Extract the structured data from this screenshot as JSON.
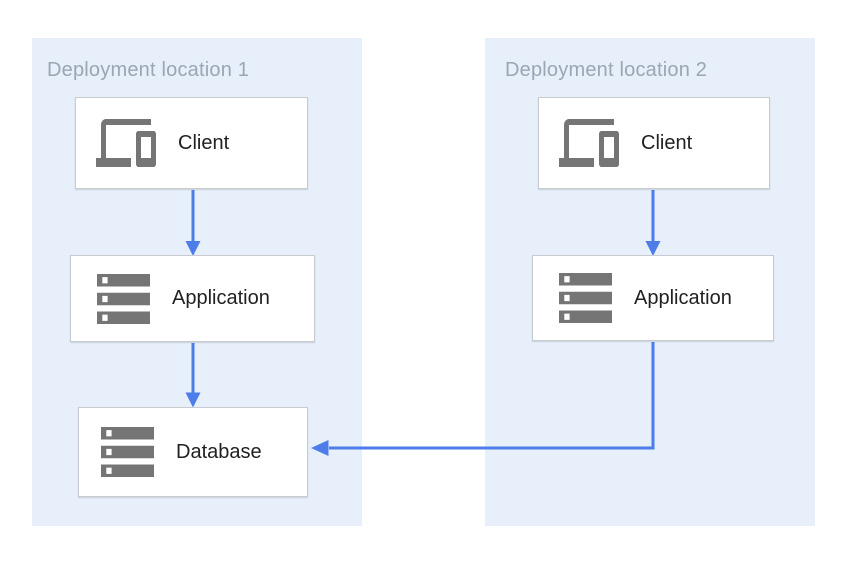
{
  "colors": {
    "container_bg": "#e6effa",
    "container_title": "#9aa6b2",
    "box_border": "#c9cbce",
    "icon_gray": "#757575",
    "label_text": "#212121",
    "arrow_blue": "#4c7de9",
    "page_bg": "#ffffff"
  },
  "containers": [
    {
      "title": "Deployment location 1",
      "nodes": [
        {
          "label": "Client",
          "icon": "devices-icon"
        },
        {
          "label": "Application",
          "icon": "server-icon"
        },
        {
          "label": "Database",
          "icon": "server-icon"
        }
      ]
    },
    {
      "title": "Deployment location 2",
      "nodes": [
        {
          "label": "Client",
          "icon": "devices-icon"
        },
        {
          "label": "Application",
          "icon": "server-icon"
        }
      ]
    }
  ],
  "edges": [
    {
      "from": "client-1",
      "to": "application-1"
    },
    {
      "from": "application-1",
      "to": "database-1"
    },
    {
      "from": "client-2",
      "to": "application-2"
    },
    {
      "from": "application-2",
      "to": "database-1"
    }
  ]
}
